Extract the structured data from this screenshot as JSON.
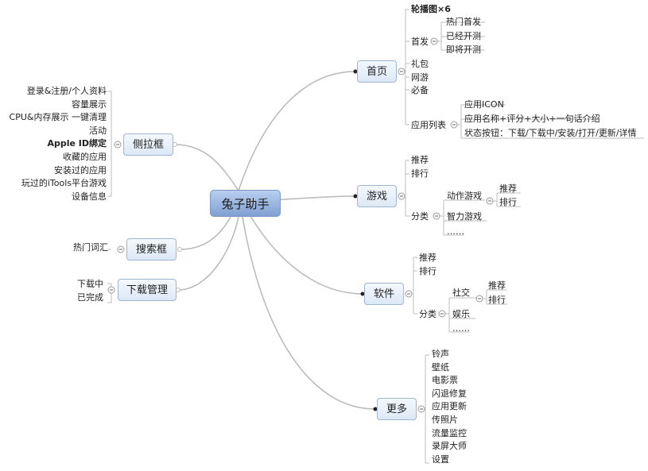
{
  "center": "兔子助手",
  "left": {
    "sidebar": {
      "title": "侧拉框",
      "items": [
        "登录&注册/个人资料",
        "容量展示",
        "CPU&内存展示   一键清理",
        "活动",
        "Apple ID绑定",
        "收藏的应用",
        "安装过的应用",
        "玩过的iTools平台游戏",
        "设备信息"
      ]
    },
    "search": {
      "title": "搜索框",
      "items": [
        "热门词汇"
      ]
    },
    "download": {
      "title": "下载管理",
      "items": [
        "下载中",
        "已完成"
      ]
    }
  },
  "right": {
    "home": {
      "title": "首页",
      "carousel": "轮播图×6",
      "first_release": {
        "label": "首发",
        "items": [
          "热门首发",
          "已经开测",
          "即将开测"
        ]
      },
      "simple": [
        "礼包",
        "网游",
        "必备"
      ],
      "app_list": {
        "label": "应用列表",
        "items": [
          "应用ICON",
          "应用名称+评分+大小+一句话介绍",
          "状态按钮：下载/下载中/安装/打开/更新/详情"
        ]
      }
    },
    "games": {
      "title": "游戏",
      "simple": [
        "推荐",
        "排行"
      ],
      "category": {
        "label": "分类",
        "action": "动作游戏",
        "action_items": [
          "推荐",
          "排行"
        ],
        "puzzle": "智力游戏",
        "more": "……"
      }
    },
    "software": {
      "title": "软件",
      "simple": [
        "推荐",
        "排行"
      ],
      "category": {
        "label": "分类",
        "social": "社交",
        "social_items": [
          "推荐",
          "排行"
        ],
        "ent": "娱乐",
        "more": "……"
      }
    },
    "more": {
      "title": "更多",
      "items": [
        "铃声",
        "壁纸",
        "电影票",
        "闪退修复",
        "应用更新",
        "传照片",
        "流量监控",
        "录屏大师",
        "设置"
      ]
    }
  }
}
